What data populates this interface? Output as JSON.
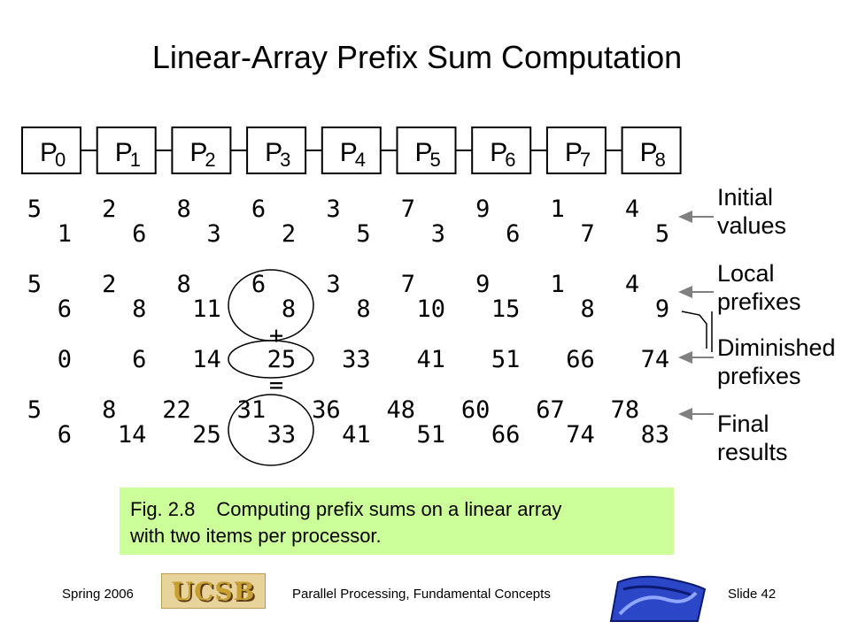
{
  "title": "Linear-Array Prefix Sum Computation",
  "processors": [
    {
      "p": "P",
      "sub": "0"
    },
    {
      "p": "P",
      "sub": "1"
    },
    {
      "p": "P",
      "sub": "2"
    },
    {
      "p": "P",
      "sub": "3"
    },
    {
      "p": "P",
      "sub": "4"
    },
    {
      "p": "P",
      "sub": "5"
    },
    {
      "p": "P",
      "sub": "6"
    },
    {
      "p": "P",
      "sub": "7"
    },
    {
      "p": "P",
      "sub": "8"
    }
  ],
  "rows": [
    {
      "top": [
        "5",
        "2",
        "8",
        "6",
        "3",
        "7",
        "9",
        "1",
        "4"
      ],
      "bottom": [
        "1",
        "6",
        "3",
        "2",
        "5",
        "3",
        "6",
        "7",
        "5"
      ]
    },
    {
      "top": [
        "5",
        "2",
        "8",
        "6",
        "3",
        "7",
        "9",
        "1",
        "4"
      ],
      "bottom": [
        "6",
        "8",
        "11",
        "8",
        "8",
        "10",
        "15",
        "8",
        "9"
      ]
    },
    {
      "top": null,
      "bottom": [
        "0",
        "6",
        "14",
        "25",
        "33",
        "41",
        "51",
        "66",
        "74"
      ]
    },
    {
      "top": [
        "5",
        "8",
        "22",
        "31",
        "36",
        "48",
        "60",
        "67",
        "78"
      ],
      "bottom": [
        "6",
        "14",
        "25",
        "33",
        "41",
        "51",
        "66",
        "74",
        "83"
      ]
    }
  ],
  "operators": {
    "plus": "+",
    "equals": "="
  },
  "side_labels": {
    "initial": [
      "Initial",
      "values"
    ],
    "local": [
      "Local",
      "prefixes"
    ],
    "diminished": [
      "Diminished",
      "prefixes"
    ],
    "final": [
      "Final",
      "results"
    ]
  },
  "caption": {
    "fig_num": "Fig. 2.8",
    "text_line1": "Computing prefix sums on a linear array",
    "text_line2": "with two items per processor."
  },
  "footer": {
    "left": "Spring 2006",
    "logo": "UCSB",
    "center": "Parallel Processing, Fundamental Concepts",
    "right": "Slide 42"
  },
  "colors": {
    "caption_bg": "#ccff99",
    "arrow": "#808080"
  }
}
